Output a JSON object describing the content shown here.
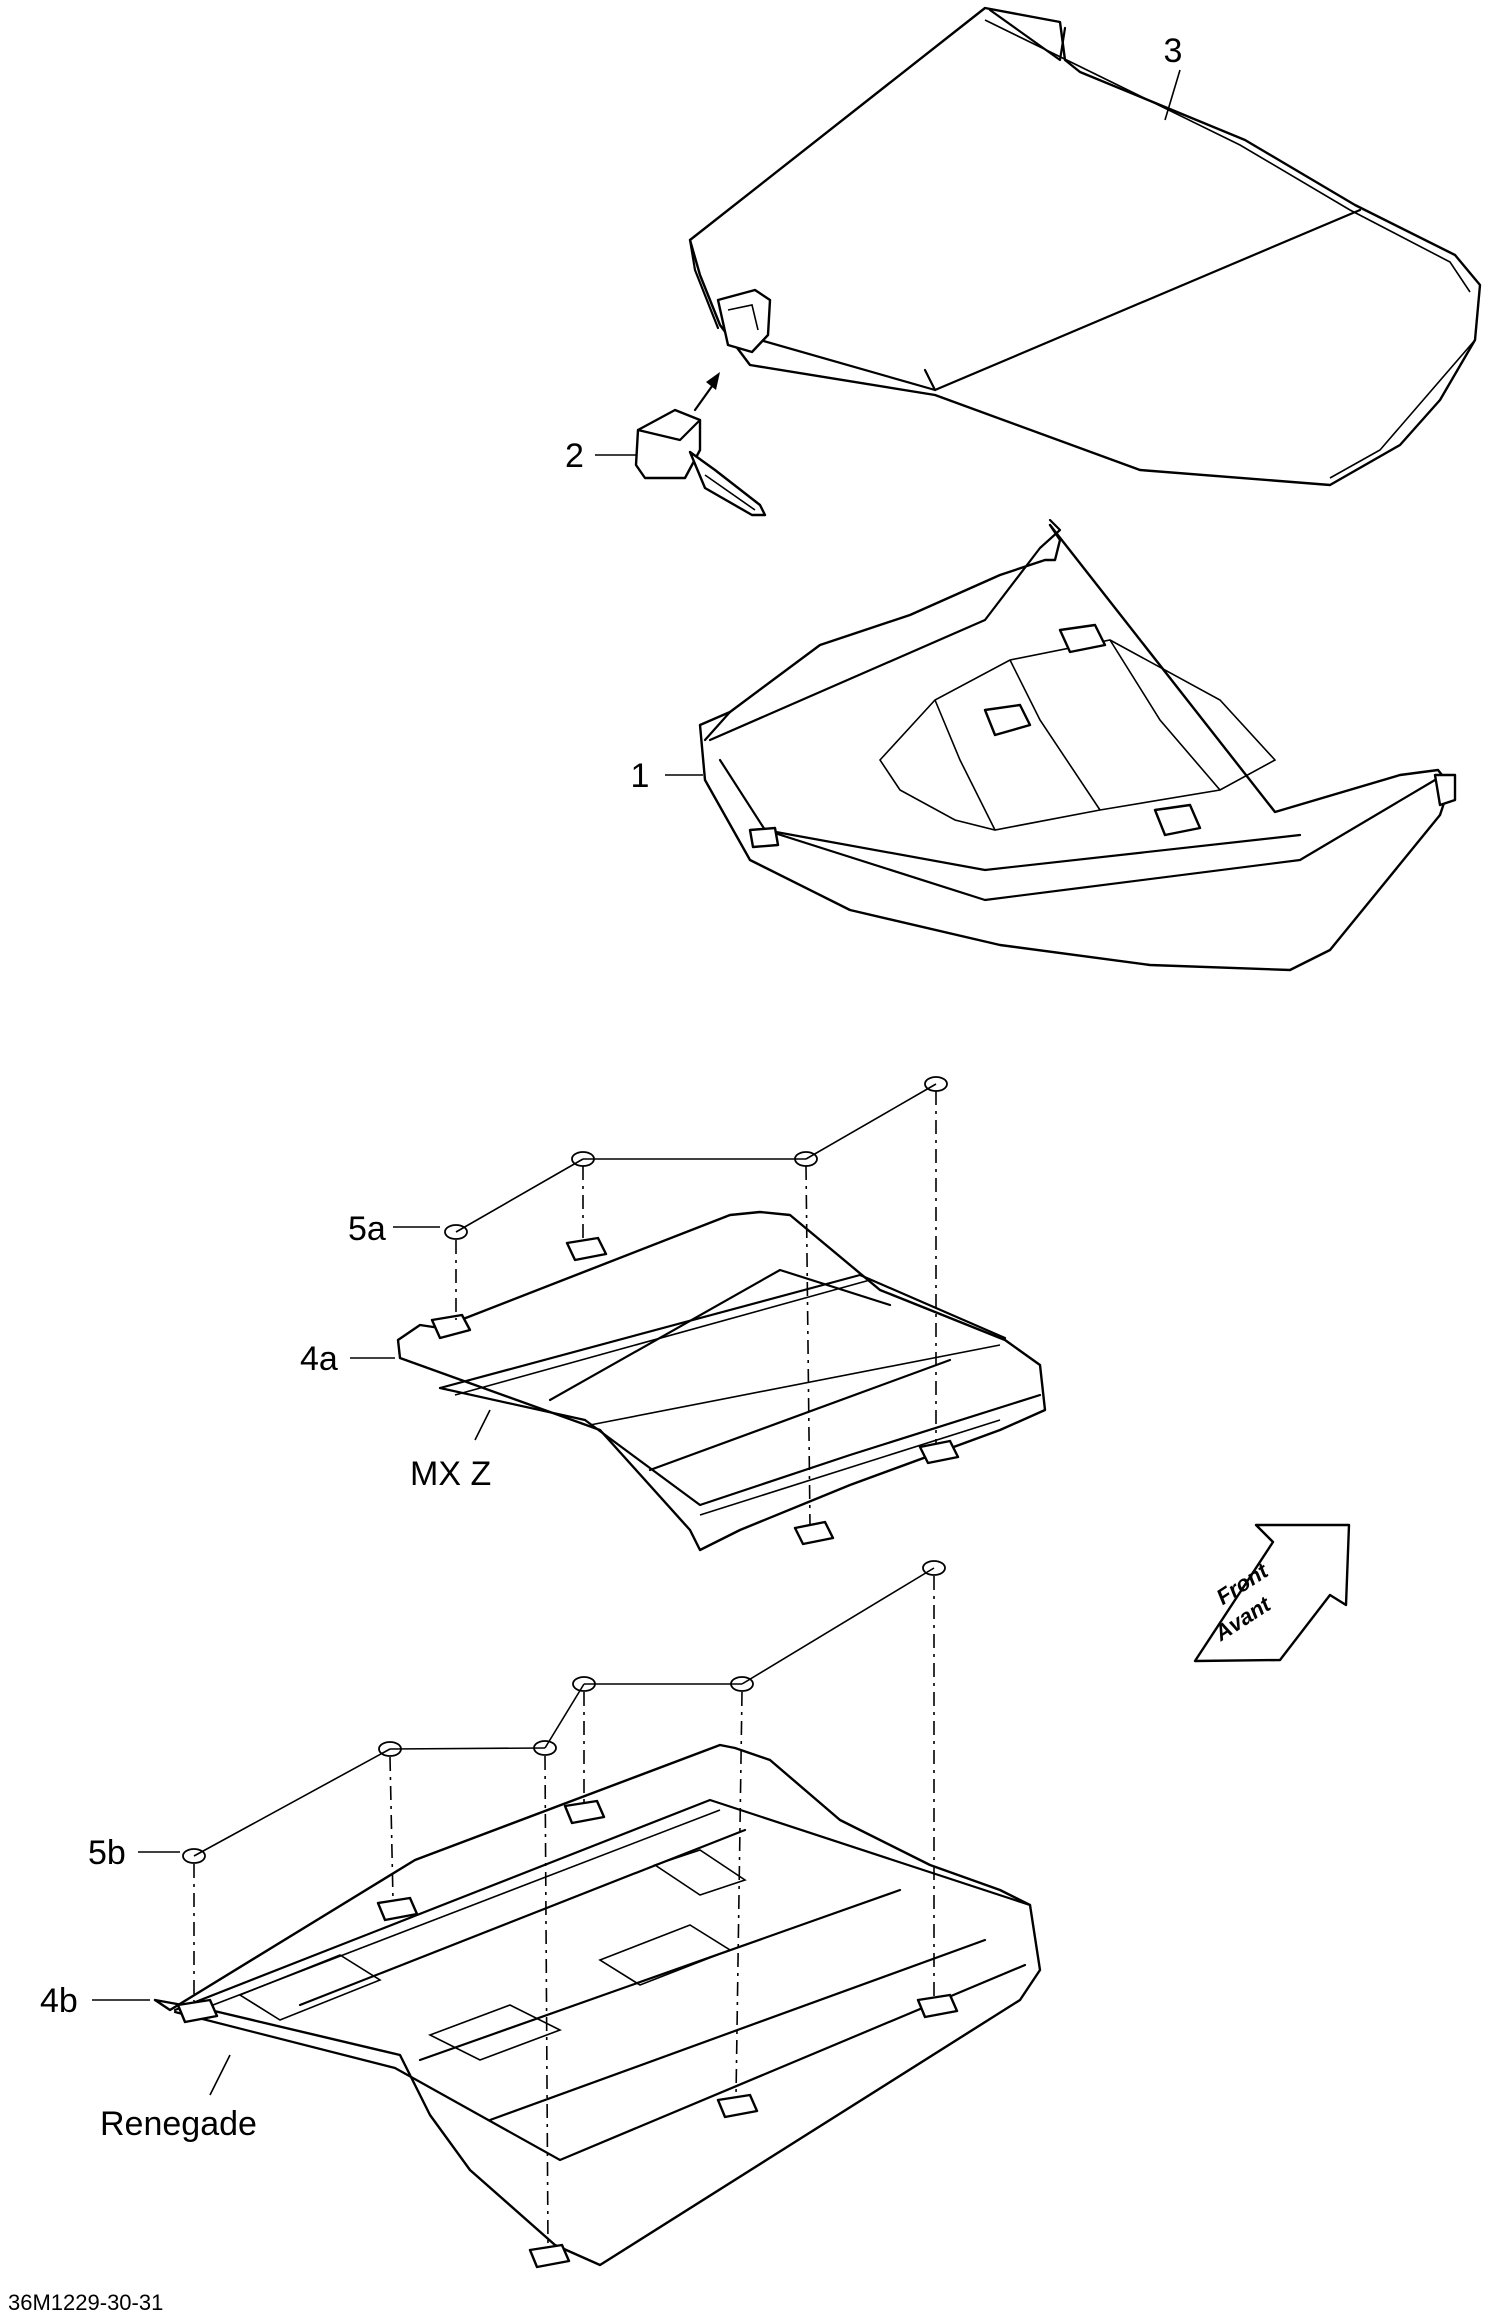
{
  "callouts": {
    "c1": "1",
    "c2": "2",
    "c3": "3",
    "c4a": "4a",
    "c4b": "4b",
    "c5a": "5a",
    "c5b": "5b"
  },
  "models": {
    "mxz": "MX Z",
    "renegade": "Renegade"
  },
  "direction": {
    "line1": "Front",
    "line2": "Avant"
  },
  "reference": "36M1229-30-31"
}
